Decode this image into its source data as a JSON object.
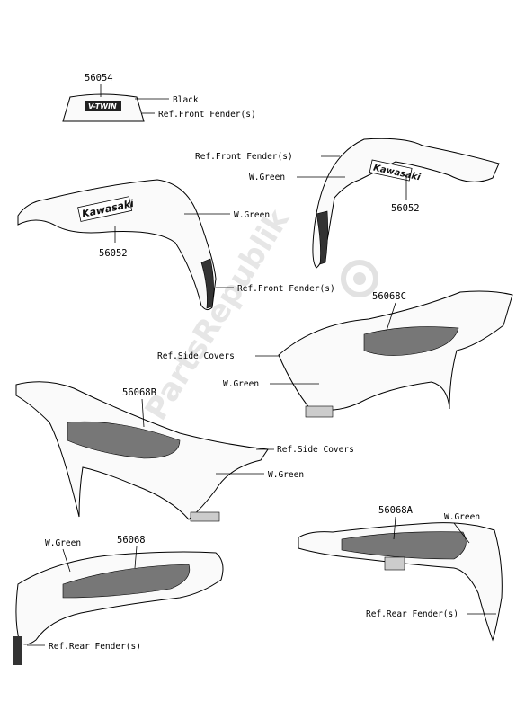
{
  "watermark": "PartsRepublik",
  "parts": {
    "p56054": "56054",
    "p56052_left": "56052",
    "p56052_right": "56052",
    "p56068C": "56068C",
    "p56068B": "56068B",
    "p56068": "56068",
    "p56068A": "56068A"
  },
  "labels": {
    "black": "Black",
    "ref_front_fender_top": "Ref.Front Fender(s)",
    "ref_front_fender_right": "Ref.Front Fender(s)",
    "w_green_right_front": "W.Green",
    "w_green_left_front": "W.Green",
    "ref_front_fender_mid": "Ref.Front Fender(s)",
    "ref_side_covers_right": "Ref.Side Covers",
    "w_green_side_right": "W.Green",
    "ref_side_covers_left": "Ref.Side Covers",
    "w_green_side_left": "W.Green",
    "w_green_rear_left": "W.Green",
    "ref_rear_fender_left": "Ref.Rear Fender(s)",
    "w_green_rear_right": "W.Green",
    "ref_rear_fender_right": "Ref.Rear Fender(s)"
  },
  "decals": {
    "vtwin": "V-TWIN",
    "kawasaki": "Kawasaki"
  }
}
